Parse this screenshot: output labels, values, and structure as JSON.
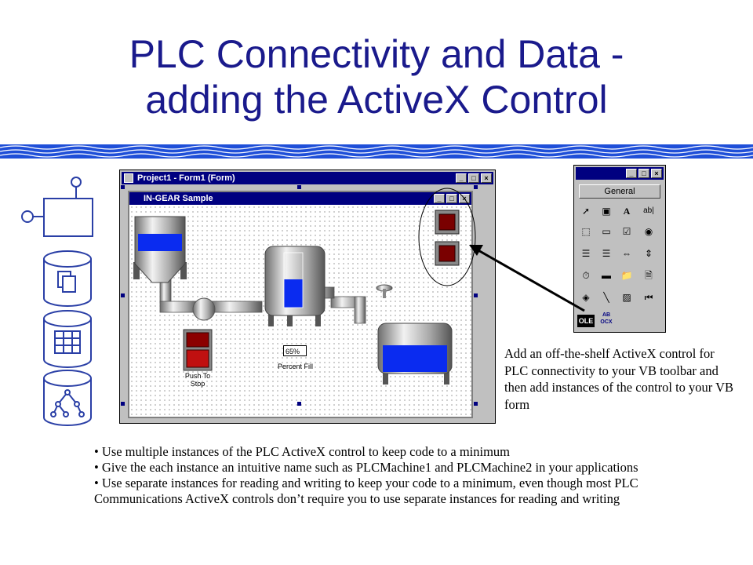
{
  "title": {
    "line1": "PLC Connectivity and Data -",
    "line2": "adding the ActiveX Control"
  },
  "vb_window": {
    "title": "Project1 - Form1 (Form)",
    "inner_title": "IN-GEAR Sample",
    "push_button_label_1": "Push To",
    "push_button_label_2": "Stop",
    "percent_value": "65%",
    "percent_label": "Percent Fill",
    "fill_level": 0.65
  },
  "toolbox": {
    "tab_label": "General",
    "tools": [
      "pointer-icon",
      "picture-icon",
      "A",
      "ab|",
      "frame-icon",
      "command-button-icon",
      "checkbox-icon",
      "option-button-icon",
      "combo-box-icon",
      "list-box-icon",
      "hscroll-icon",
      "vscroll-icon",
      "timer-icon",
      "drive-list-icon",
      "dir-list-icon",
      "file-list-icon",
      "shape-icon",
      "line-icon",
      "image-icon",
      "data-icon",
      "OLE",
      "AB OCX"
    ]
  },
  "caption": "Add an off-the-shelf ActiveX control for PLC connectivity to your VB toolbar and then add instances of the control to your VB form",
  "bullets": [
    "• Use multiple instances of the PLC ActiveX control to keep code to a minimum",
    "• Give the each instance an intuitive name such as PLCMachine1 and PLCMachine2 in your applications",
    "• Use separate instances for reading and writing to keep your code to a minimum, even though most PLC Communications ActiveX controls don’t require you to use separate instances for reading and writing"
  ],
  "colors": {
    "title": "#1a1a8c",
    "titlebar": "#000080",
    "tank_fill": "#0000ee",
    "wave": "#1f4fd8"
  }
}
